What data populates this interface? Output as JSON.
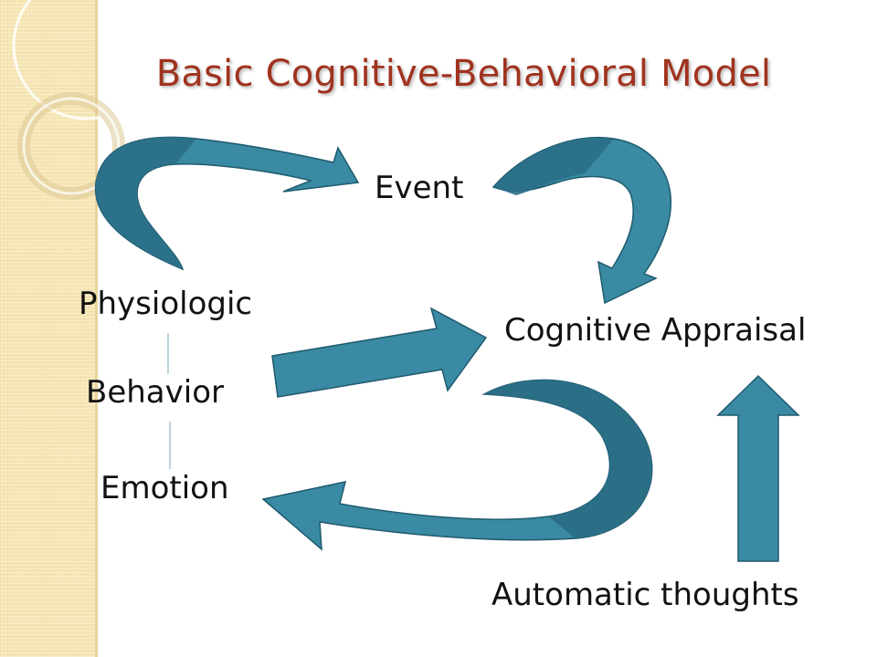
{
  "slide": {
    "title": "Basic Cognitive-Behavioral Model"
  },
  "nodes": {
    "event": "Event",
    "cognitive_appraisal": "Cognitive Appraisal",
    "physiologic": "Physiologic",
    "behavior": "Behavior",
    "emotion": "Emotion",
    "automatic_thoughts": "Automatic thoughts"
  },
  "colors": {
    "arrow_fill": "#3a8aa4",
    "arrow_dark": "#2a6e86",
    "arrow_stroke": "#1f5a6e",
    "title": "#a0331e",
    "sidebar": "#f6e6b4",
    "connector_line": "#8fb8c8"
  }
}
